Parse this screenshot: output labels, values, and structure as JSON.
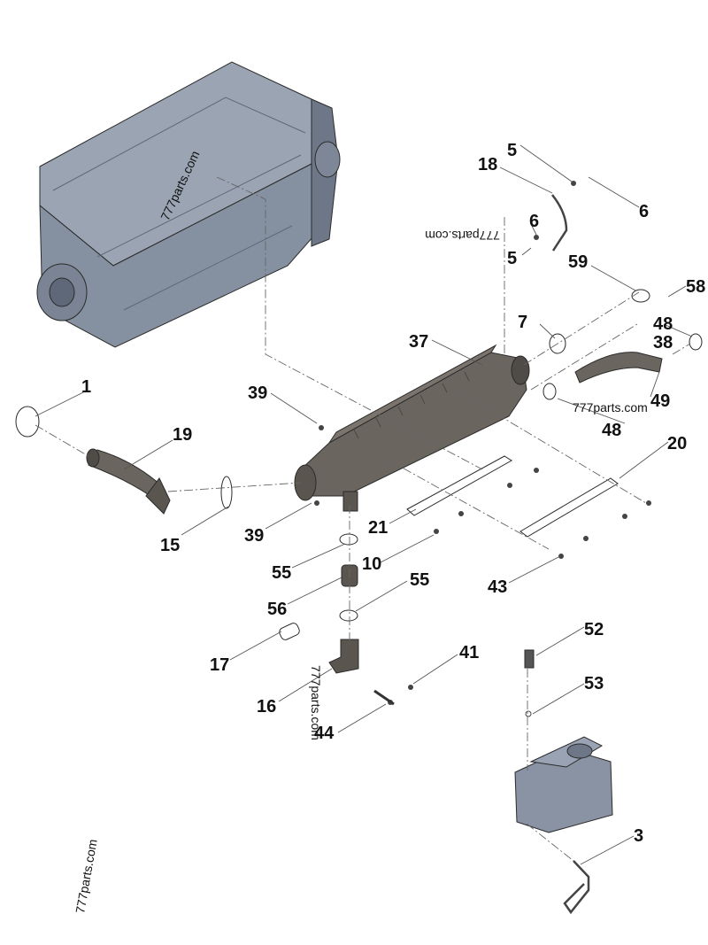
{
  "callouts": [
    {
      "id": "c1",
      "label": "1"
    },
    {
      "id": "c3",
      "label": "3"
    },
    {
      "id": "c5a",
      "label": "5"
    },
    {
      "id": "c5b",
      "label": "5"
    },
    {
      "id": "c6a",
      "label": "6"
    },
    {
      "id": "c6b",
      "label": "6"
    },
    {
      "id": "c7",
      "label": "7"
    },
    {
      "id": "c10",
      "label": "10"
    },
    {
      "id": "c15",
      "label": "15"
    },
    {
      "id": "c16",
      "label": "16"
    },
    {
      "id": "c17",
      "label": "17"
    },
    {
      "id": "c18",
      "label": "18"
    },
    {
      "id": "c19",
      "label": "19"
    },
    {
      "id": "c20",
      "label": "20"
    },
    {
      "id": "c21",
      "label": "21"
    },
    {
      "id": "c37",
      "label": "37"
    },
    {
      "id": "c38",
      "label": "38"
    },
    {
      "id": "c39a",
      "label": "39"
    },
    {
      "id": "c39b",
      "label": "39"
    },
    {
      "id": "c41",
      "label": "41"
    },
    {
      "id": "c43",
      "label": "43"
    },
    {
      "id": "c44",
      "label": "44"
    },
    {
      "id": "c48a",
      "label": "48"
    },
    {
      "id": "c48b",
      "label": "48"
    },
    {
      "id": "c49",
      "label": "49"
    },
    {
      "id": "c52",
      "label": "52"
    },
    {
      "id": "c53",
      "label": "53"
    },
    {
      "id": "c55a",
      "label": "55"
    },
    {
      "id": "c55b",
      "label": "55"
    },
    {
      "id": "c56",
      "label": "56"
    },
    {
      "id": "c58",
      "label": "58"
    },
    {
      "id": "c59",
      "label": "59"
    }
  ],
  "watermarks": [
    {
      "id": "w1",
      "text": "777parts.com"
    },
    {
      "id": "w2",
      "text": "777parts.com"
    },
    {
      "id": "w3",
      "text": "777parts.com"
    },
    {
      "id": "w4",
      "text": "777parts.com"
    },
    {
      "id": "w5",
      "text": "777parts.com"
    }
  ],
  "colors": {
    "engine_block": "#8e98a8",
    "engine_block_dark": "#6d7787",
    "cooler": "#6a655e",
    "cooler_dark": "#4f4b46",
    "pump": "#8a93a3",
    "callout_text": "#111111"
  }
}
